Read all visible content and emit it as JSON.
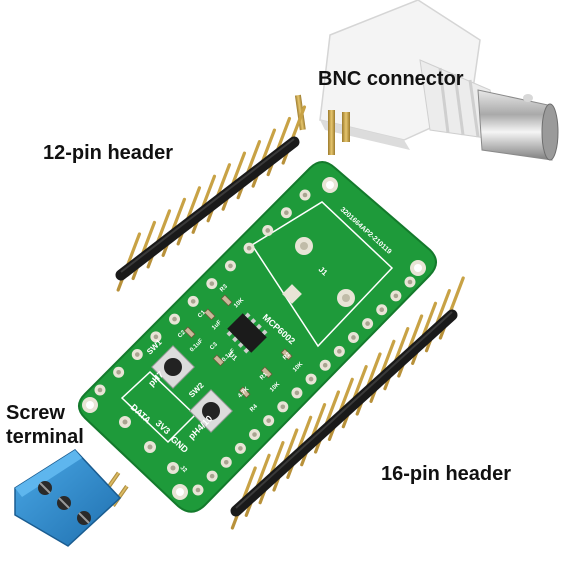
{
  "labels": {
    "bnc": "BNC connector",
    "header12": "12-pin header",
    "screw": "Screw\nterminal",
    "header16": "16-pin header"
  },
  "board": {
    "chip": "MCP6002",
    "serial": "3201664AP2-210119",
    "j1": "J1",
    "j2": "J2",
    "u1": "U1",
    "sw1": "SW1",
    "sw2": "SW2",
    "ph7": "pH7",
    "ph410": "pH4/10",
    "data": "DATA",
    "v33": "3V3",
    "gnd": "GND",
    "r3": "R3",
    "r1": "R1",
    "r2": "R2",
    "r4": "R4",
    "c1": "C1",
    "c2": "C2",
    "c3": "C3",
    "val10k": "10K",
    "val1uf": "1uF",
    "val01uf": "0.1uF",
    "val47k": "4.7K"
  },
  "colors": {
    "pcb": "#1e9a3a",
    "pcb_dark": "#137a2b",
    "pad": "#e8e4d6",
    "header_plastic": "#1a1a1a",
    "pin": "#c8a245",
    "terminal": "#2f8fd0",
    "bnc_body": "#f2f2f2",
    "bnc_metal": "#b8b8b8"
  }
}
